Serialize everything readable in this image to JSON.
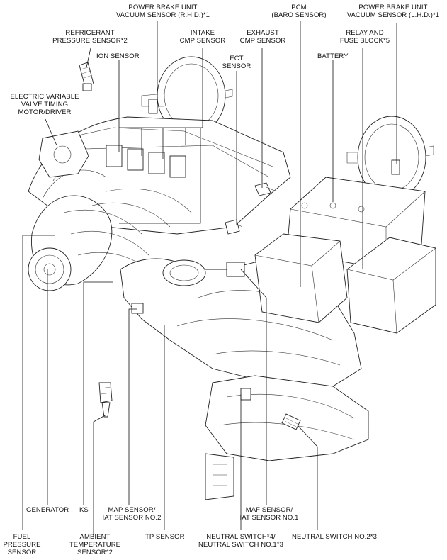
{
  "labels": {
    "power_brake_rhd": "POWER BRAKE UNIT\nVACUUM SENSOR (R.H.D.)*1",
    "pcm": "PCM\n(BARO SENSOR)",
    "power_brake_lhd": "POWER BRAKE UNIT\nVACUUM SENSOR (L.H.D.)*1",
    "refrigerant": "REFRIGERANT\nPRESSURE SENSOR*2",
    "intake_cmp": "INTAKE\nCMP SENSOR",
    "exhaust_cmp": "EXHAUST\nCMP SENSOR",
    "relay_fuse": "RELAY AND\nFUSE BLOCK*5",
    "ion_sensor": "ION SENSOR",
    "ect_sensor": "ECT\nSENSOR",
    "battery": "BATTERY",
    "evvt": "ELECTRIC VARIABLE\nVALVE TIMING\nMOTOR/DRIVER",
    "generator": "GENERATOR",
    "ks": "KS",
    "map_iat2": "MAP SENSOR/\nIAT SENSOR NO.2",
    "maf_iat1": "MAF SENSOR/\nIAT SENSOR NO.1",
    "fuel_pressure": "FUEL\nPRESSURE\nSENSOR",
    "ambient_temp": "AMBIENT\nTEMPERATURE\nSENSOR*2",
    "tp_sensor": "TP SENSOR",
    "neutral_switch_1": "NEUTRAL SWITCH*4/\nNEUTRAL SWITCH NO.1*3",
    "neutral_switch_2": "NEUTRAL SWITCH NO.2*3"
  }
}
